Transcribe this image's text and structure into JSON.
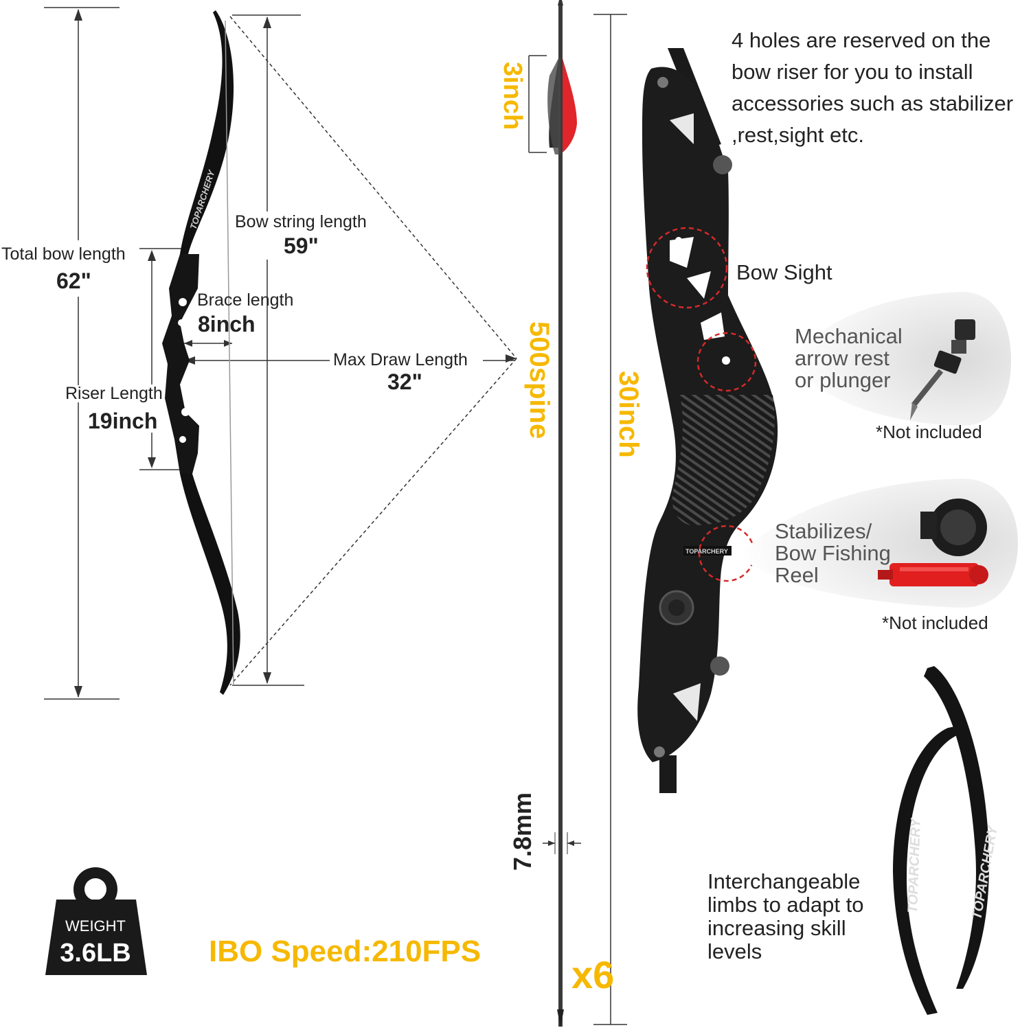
{
  "bow": {
    "total_length_label": "Total bow length",
    "total_length_value": "62\"",
    "string_length_label": "Bow string length",
    "string_length_value": "59\"",
    "brace_label": "Brace length",
    "brace_value": "8inch",
    "draw_label": "Max Draw Length",
    "draw_value": "32\"",
    "riser_label": "Riser Length",
    "riser_value": "19inch",
    "limb_brand": "TOPARCHERY"
  },
  "arrow": {
    "fletch_length": "3inch",
    "spine": "500spine",
    "diameter": "7.8mm",
    "quantity": "x6",
    "length": "30inch"
  },
  "weight": {
    "label": "WEIGHT",
    "value": "3.6LB"
  },
  "speed": "IBO Speed:210FPS",
  "riser_info": "4 holes are reserved on the bow riser for you to install accessories such as stabilizer ,rest,sight etc.",
  "bow_sight": "Bow Sight",
  "rest": {
    "lines": [
      "Mechanical",
      "arrow rest",
      "or plunger"
    ],
    "note": "*Not included"
  },
  "stabilizer": {
    "lines": [
      "Stabilizes/",
      "Bow Fishing",
      "Reel"
    ],
    "note": "*Not included"
  },
  "limbs_info": "Interchangeable limbs to adapt to increasing skill levels",
  "colors": {
    "accent_yellow": "#f6b800",
    "fletch_red": "#e0252b",
    "callout_red": "#d52a2a"
  }
}
